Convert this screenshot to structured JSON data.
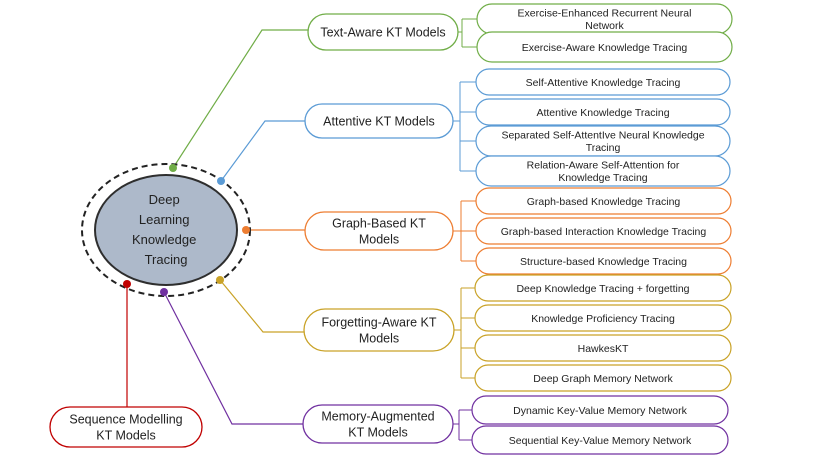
{
  "center": {
    "lines": [
      "Deep",
      "Learning",
      "Knowledge",
      "Tracing"
    ]
  },
  "branches": [
    {
      "key": "text_aware",
      "color": "#70ad47",
      "lines": [
        "Text-Aware KT Models"
      ],
      "children": [
        {
          "lines": [
            "Exercise-Enhanced Recurrent Neural",
            "Network"
          ]
        },
        {
          "lines": [
            "Exercise-Aware Knowledge Tracing"
          ]
        }
      ]
    },
    {
      "key": "attentive",
      "color": "#5b9bd5",
      "lines": [
        "Attentive KT Models"
      ],
      "children": [
        {
          "lines": [
            "Self-Attentive Knowledge Tracing"
          ]
        },
        {
          "lines": [
            "Attentive Knowledge Tracing"
          ]
        },
        {
          "lines": [
            "Separated Self-AttentIve Neural Knowledge",
            "Tracing"
          ]
        },
        {
          "lines": [
            "Relation-Aware Self-Attention for",
            "Knowledge Tracing"
          ]
        }
      ]
    },
    {
      "key": "graph_based",
      "color": "#ed7d31",
      "lines": [
        "Graph-Based KT",
        "Models"
      ],
      "children": [
        {
          "lines": [
            "Graph-based Knowledge Tracing"
          ]
        },
        {
          "lines": [
            "Graph-based Interaction Knowledge Tracing"
          ]
        },
        {
          "lines": [
            "Structure-based Knowledge Tracing"
          ]
        }
      ]
    },
    {
      "key": "forgetting_aware",
      "color": "#c9a227",
      "lines": [
        "Forgetting-Aware KT",
        "Models"
      ],
      "children": [
        {
          "lines": [
            "Deep Knowledge Tracing + forgetting"
          ]
        },
        {
          "lines": [
            "Knowledge Proficiency Tracing"
          ]
        },
        {
          "lines": [
            "HawkesKT"
          ]
        },
        {
          "lines": [
            "Deep Graph Memory Network"
          ]
        }
      ]
    },
    {
      "key": "memory_augmented",
      "color": "#7030a0",
      "lines": [
        "Memory-Augmented",
        "KT Models"
      ],
      "children": [
        {
          "lines": [
            "Dynamic Key-Value Memory Network"
          ]
        },
        {
          "lines": [
            "Sequential Key-Value Memory Network"
          ]
        }
      ]
    },
    {
      "key": "sequence_modelling",
      "color": "#c00000",
      "lines": [
        "Sequence Modelling",
        "KT Models"
      ],
      "children": []
    }
  ]
}
